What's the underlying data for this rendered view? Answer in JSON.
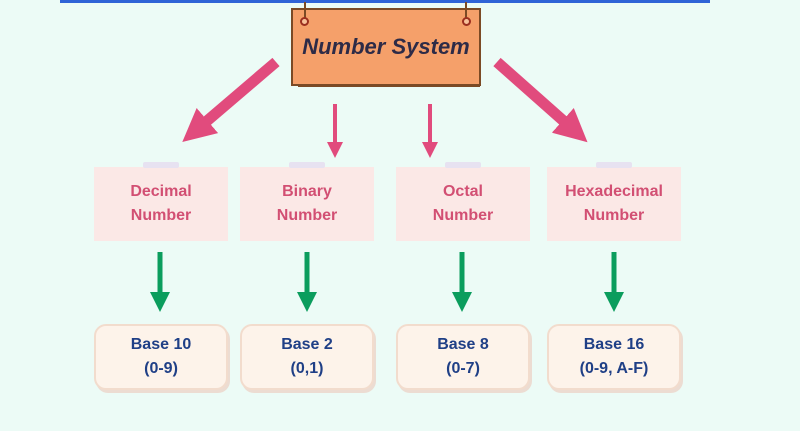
{
  "root": {
    "label": "Number System"
  },
  "types": [
    {
      "line1": "Decimal",
      "line2": "Number"
    },
    {
      "line1": "Binary",
      "line2": "Number"
    },
    {
      "line1": "Octal",
      "line2": "Number"
    },
    {
      "line1": "Hexadecimal",
      "line2": "Number"
    }
  ],
  "bases": [
    {
      "line1": "Base 10",
      "line2": "(0-9)"
    },
    {
      "line1": "Base 2",
      "line2": "(0,1)"
    },
    {
      "line1": "Base 8",
      "line2": "(0-7)"
    },
    {
      "line1": "Base 16",
      "line2": "(0-9, A-F)"
    }
  ],
  "colors": {
    "pink_arrow": "#e14b7d",
    "green_arrow": "#0b9d5d",
    "type_text": "#d24f73",
    "base_text": "#1f3f86"
  }
}
